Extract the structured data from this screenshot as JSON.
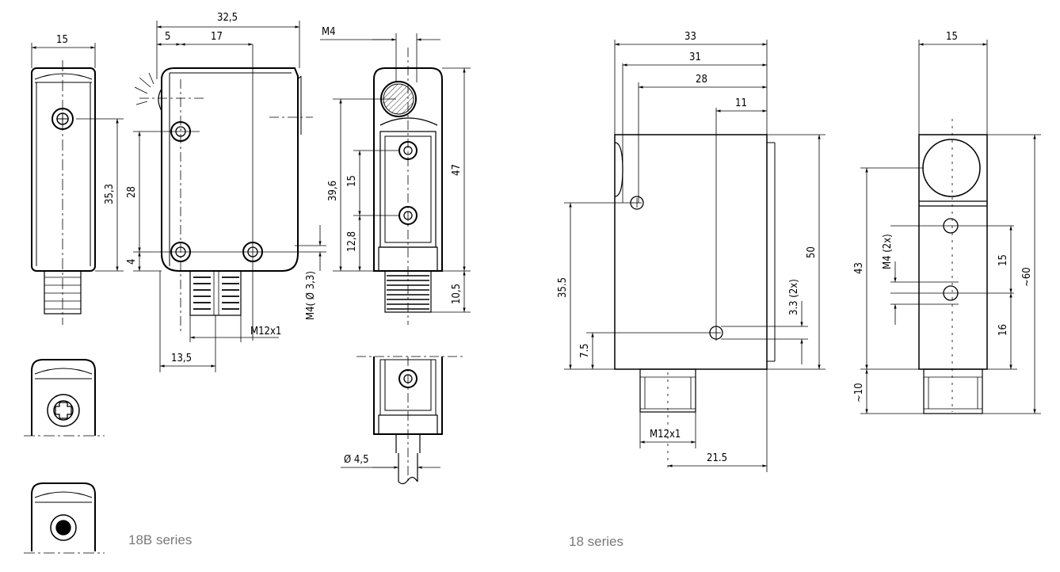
{
  "captions": {
    "left_series": "18B series",
    "right_series": "18 series"
  },
  "left_series_dims": {
    "front_width": "15",
    "overall_width": "32,5",
    "lens_offset": "5",
    "hole_spacing_h": "17",
    "thread_top": "M4",
    "hole_height_353": "35,3",
    "hole_spacing_v": "28",
    "bottom_offset": "4",
    "height_396": "39,6",
    "spacing_15": "15",
    "spacing_128": "12,8",
    "total_height": "47",
    "thread_hole": "M4( Ø 3,3)",
    "connector_len": "10,5",
    "connector_thread": "M12x1",
    "connector_offset": "13,5",
    "cable_dia": "Ø 4,5"
  },
  "right_series_dims": {
    "w33": "33",
    "w31": "31",
    "w28": "28",
    "w11": "11",
    "front_width": "15",
    "h355": "35.5",
    "h75": "7.5",
    "hole_dia": "3.3 (2x)",
    "h50": "50",
    "connector_thread": "M12x1",
    "connector_offset": "21.5",
    "h43": "43",
    "thread": "M4 (2x)",
    "h15": "15",
    "h16": "16",
    "h60": "~60",
    "h10": "~10"
  }
}
